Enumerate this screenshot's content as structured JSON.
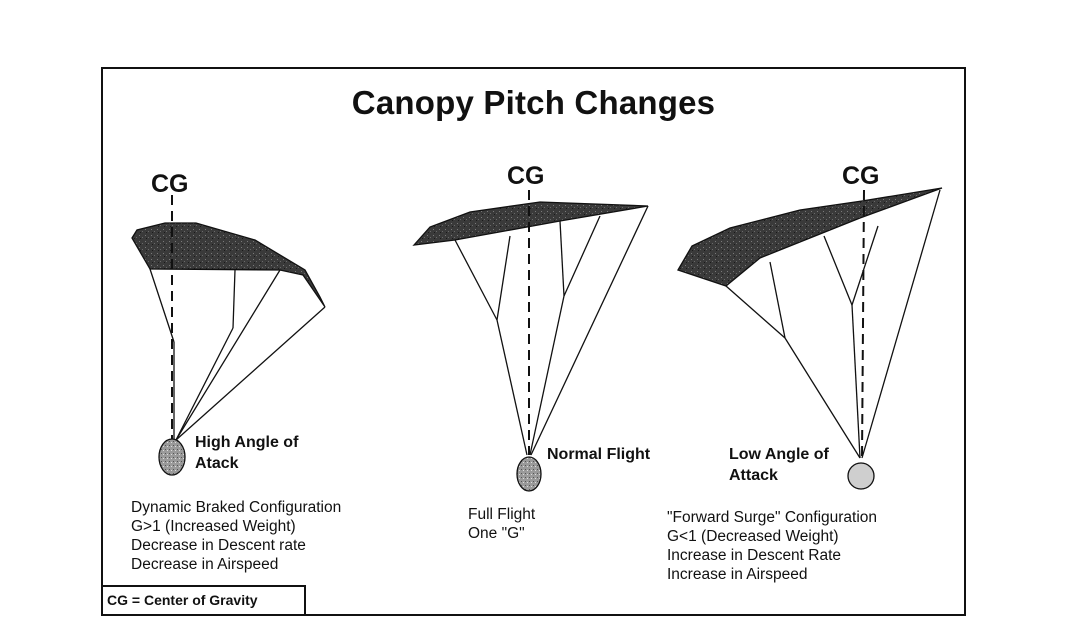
{
  "title": "Canopy Pitch Changes",
  "cg_marker": "CG",
  "legend": "CG = Center of Gravity",
  "panels": [
    {
      "label": "High Angle of Attack",
      "label_lines": [
        "High Angle of",
        "Atack"
      ],
      "description": [
        "Dynamic Braked Configuration",
        "G>1  (Increased Weight)",
        "Decrease in Descent rate",
        "Decrease in Airspeed"
      ]
    },
    {
      "label": "Normal Flight",
      "label_lines": [
        "Normal Flight"
      ],
      "description": [
        "Full Flight",
        "One \"G\""
      ]
    },
    {
      "label": "Low Angle of Attack",
      "label_lines": [
        "Low Angle of",
        "Attack"
      ],
      "description": [
        "\"Forward Surge\" Configuration",
        "G<1 (Decreased Weight)",
        "Increase in Descent Rate",
        "Increase in Airspeed"
      ]
    }
  ],
  "colors": {
    "canopy_fill": "#3a3a3a",
    "jumper_fill": "#9a9a9a",
    "line": "#111111"
  }
}
